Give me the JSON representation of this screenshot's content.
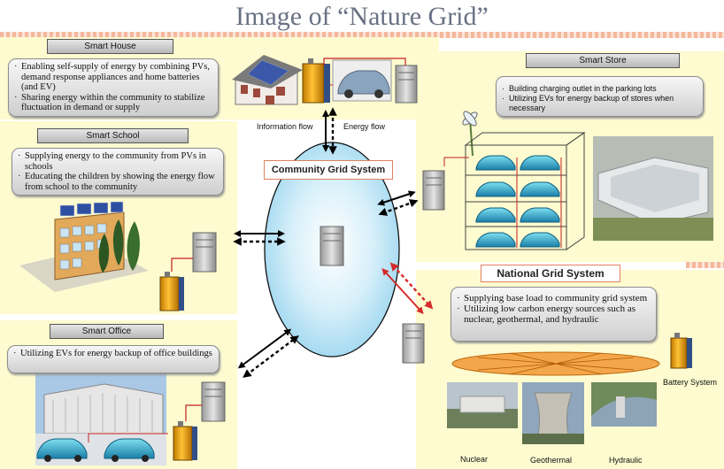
{
  "title": "Image of “Nature Grid”",
  "smart_house": {
    "header": "Smart House",
    "bullets": [
      "Enabling self-supply of energy by combining PVs, demand response appliances and home batteries (and EV)",
      "Sharing energy within the community to stabilize fluctuation in demand or supply"
    ]
  },
  "smart_school": {
    "header": "Smart School",
    "bullets": [
      "Supplying energy to the community from PVs in schools",
      "Educating the children by showing the energy flow from school to the community"
    ]
  },
  "smart_office": {
    "header": "Smart Office",
    "bullets": [
      "Utilizing EVs for energy backup of office buildings"
    ]
  },
  "smart_store": {
    "header": "Smart Store",
    "bullets": [
      "Building charging outlet in the parking lots",
      "Utilizing EVs for energy backup of stores when necessary"
    ]
  },
  "center": {
    "information_flow": "Information flow",
    "energy_flow": "Energy flow",
    "community_grid": "Community Grid System"
  },
  "national_grid": {
    "title": "National Grid System",
    "bullets": [
      "Supplying base load to community grid system",
      "Utilizing low carbon energy sources such as nuclear, geothermal, and hydraulic"
    ],
    "battery_label": "Battery System",
    "sources": [
      "Nuclear",
      "Geothermal",
      "Hydraulic"
    ]
  },
  "colors": {
    "panel": "#fdfbcf",
    "grid_ellipse": "#bfe6f7",
    "national_arrow": "#d62b2b",
    "box_border": "#e08060"
  }
}
